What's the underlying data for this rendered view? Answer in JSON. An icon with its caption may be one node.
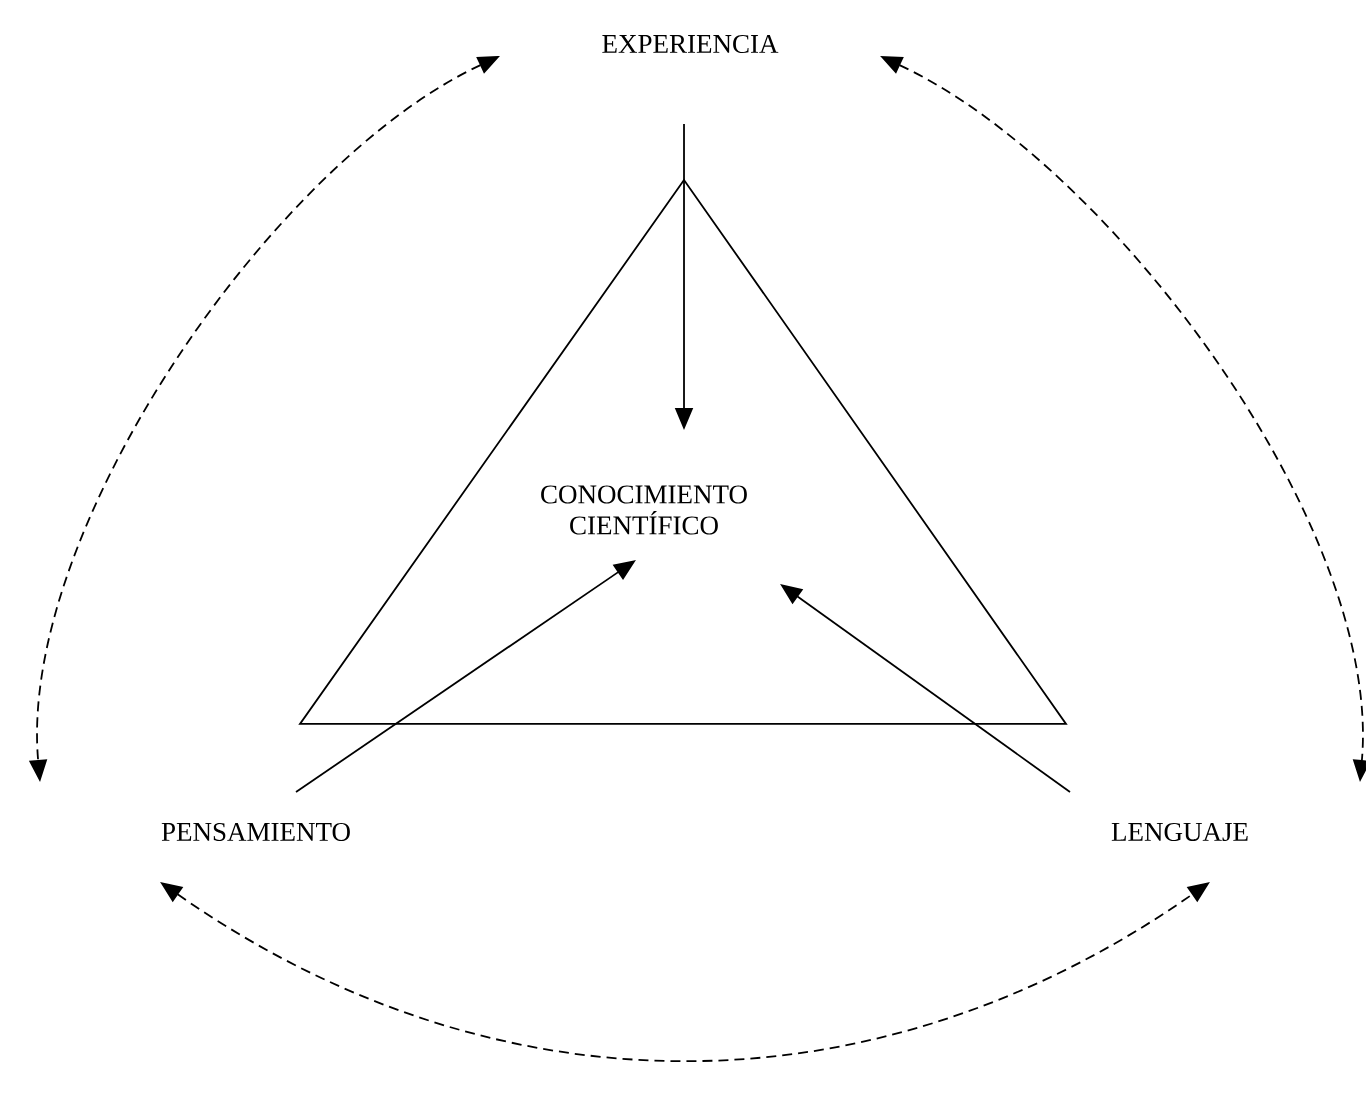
{
  "diagram": {
    "nodes": [
      {
        "text": [
          "EXPERIENCIA"
        ]
      },
      {
        "text": [
          "CONOCIMIENTO CIENTÍFICO"
        ]
      },
      {
        "text": [
          "PENSAMIENTO"
        ]
      },
      {
        "text": [
          "LENGUAJE"
        ]
      }
    ],
    "edges": [
      {
        "from": 0,
        "to": 1,
        "arrow": "to"
      },
      {
        "from": 2,
        "to": 1,
        "arrow": "to"
      },
      {
        "from": 3,
        "to": 1,
        "arrow": "to"
      },
      {
        "from": 0,
        "to": 2,
        "arrow": "both",
        "style": "dashed"
      },
      {
        "from": 0,
        "to": 3,
        "arrow": "both",
        "style": "dashed"
      },
      {
        "from": 2,
        "to": 3,
        "arrow": "both",
        "style": "dashed"
      }
    ]
  }
}
